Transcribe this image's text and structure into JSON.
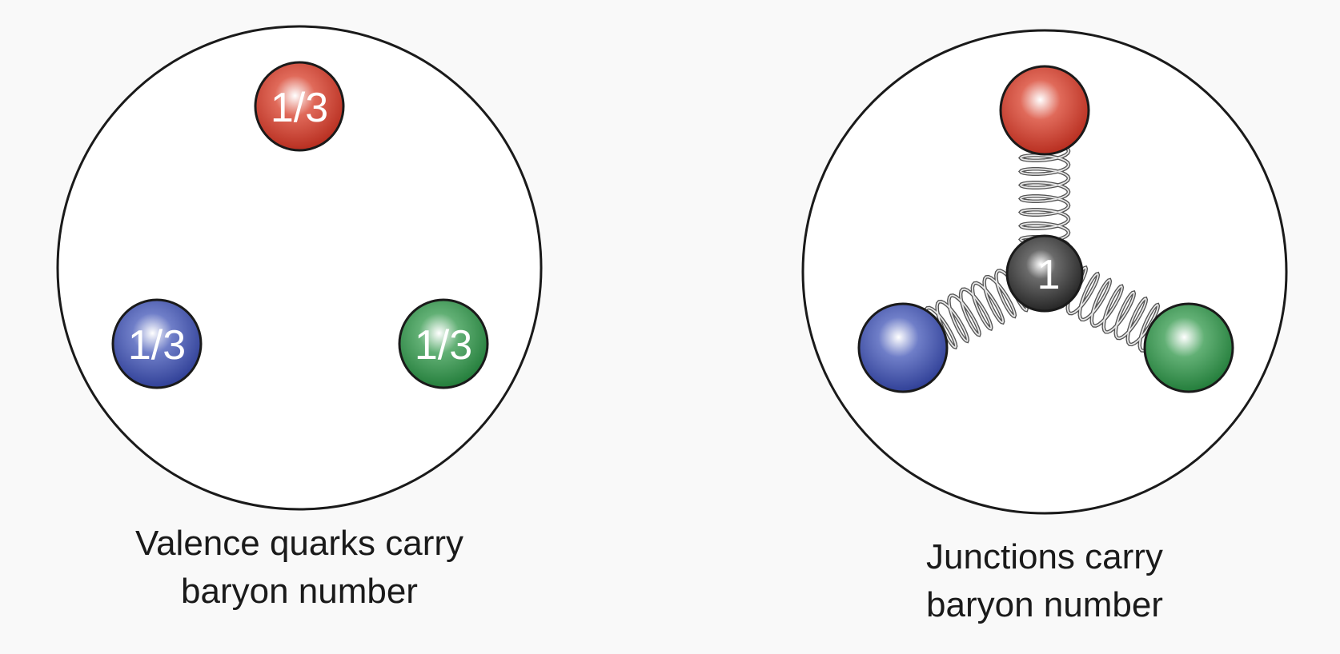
{
  "left_panel": {
    "caption_line1": "Valence quarks carry",
    "caption_line2": "baryon number",
    "quarks": [
      {
        "color": "red",
        "label": "1/3"
      },
      {
        "color": "blue",
        "label": "1/3"
      },
      {
        "color": "green",
        "label": "1/3"
      }
    ]
  },
  "right_panel": {
    "caption_line1": "Junctions carry",
    "caption_line2": "baryon number",
    "junction_label": "1",
    "quarks": [
      {
        "color": "red"
      },
      {
        "color": "blue"
      },
      {
        "color": "green"
      }
    ]
  },
  "colors": {
    "red": "#c0392b",
    "blue": "#3d4fa8",
    "green": "#2e8b45",
    "junction": "#3a3a3a",
    "outline": "#1a1a1a"
  }
}
